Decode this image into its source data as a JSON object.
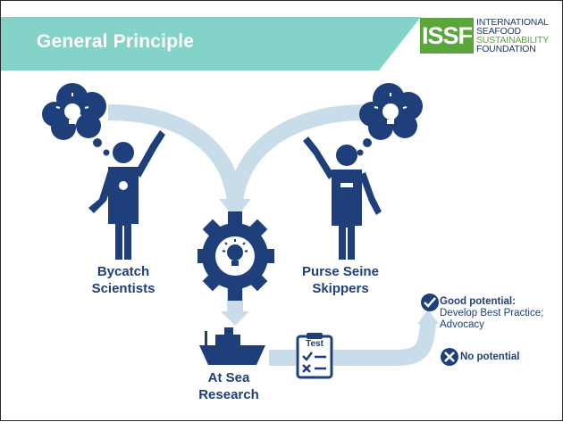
{
  "slide": {
    "title": "General Principle"
  },
  "logo": {
    "mark": "ISSF",
    "lines": [
      "INTERNATIONAL",
      "SEAFOOD",
      "SUSTAINABILITY",
      "FOUNDATION"
    ]
  },
  "diagram": {
    "nodes": {
      "scientists": "Bycatch Scientists",
      "skippers": "Purse Seine Skippers",
      "research": "At Sea Research",
      "test": "Test"
    },
    "outcomes": {
      "good_head": "Good potential:",
      "good_body": "Develop Best Practice; Advocacy",
      "no": "No potential"
    },
    "icons": [
      "lightbulb-cloud-icon",
      "person-icon",
      "gear-lightbulb-icon",
      "ship-icon",
      "clipboard-icon",
      "check-circle-icon",
      "x-circle-icon"
    ]
  },
  "colors": {
    "title_bar": "#84d3c8",
    "navy": "#1e3f7a",
    "arrow": "#c9dcea",
    "logo_green": "#5aa53c"
  }
}
